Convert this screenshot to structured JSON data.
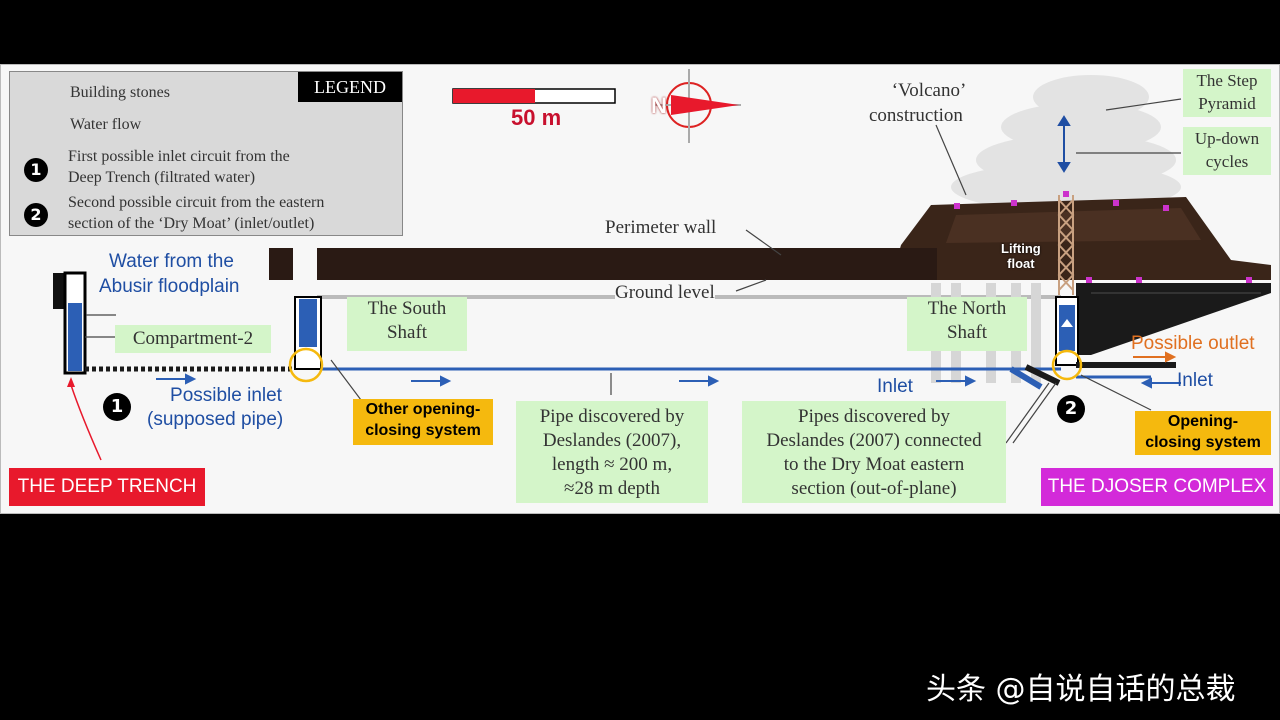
{
  "legend": {
    "title": "LEGEND",
    "building_stones": "Building stones",
    "water_flow": "Water flow",
    "circuit1_num": "1",
    "circuit1_line1": "First possible inlet circuit from the",
    "circuit1_line2": "Deep Trench (filtrated water)",
    "circuit2_num": "2",
    "circuit2_line1": "Second possible circuit from the eastern",
    "circuit2_line2": "section of the ‘Dry Moat’ (inlet/outlet)"
  },
  "scale": {
    "label": "50 m"
  },
  "compass": {
    "label": "N"
  },
  "pyramid": {
    "volcano_line1": "‘Volcano’",
    "volcano_line2": "construction",
    "step_pyramid_line1": "The Step",
    "step_pyramid_line2": "Pyramid",
    "updown_line1": "Up-down",
    "updown_line2": "cycles",
    "lifting_line1": "Lifting",
    "lifting_line2": "float"
  },
  "labels": {
    "perimeter_wall": "Perimeter wall",
    "ground_level": "Ground level",
    "water_from_line1": "Water from the",
    "water_from_line2": "Abusir floodplain",
    "compartment": "Compartment-2",
    "south_shaft_line1": "The South",
    "south_shaft_line2": "Shaft",
    "north_shaft_line1": "The North",
    "north_shaft_line2": "Shaft",
    "possible_outlet": "Possible outlet",
    "inlet_left": "Inlet",
    "inlet_right": "Inlet",
    "circuit1_num": "1",
    "circuit2_num": "2",
    "possible_inlet_line1": "Possible inlet",
    "possible_inlet_line2": "(supposed pipe)",
    "other_opening_line1": "Other opening-",
    "other_opening_line2": "closing system",
    "opening_closing_line1": "Opening-",
    "opening_closing_line2": "closing system",
    "pipe1_line1": "Pipe discovered by",
    "pipe1_line2": "Deslandes (2007),",
    "pipe1_line3": "length ≈ 200 m,",
    "pipe1_line4": "≈28 m depth",
    "pipe2_line1": "Pipes discovered by",
    "pipe2_line2": "Deslandes (2007) connected",
    "pipe2_line3": "to the Dry Moat eastern",
    "pipe2_line4": "section (out-of-plane)",
    "deep_trench": "THE DEEP TRENCH",
    "djoser": "THE DJOSER COMPLEX"
  },
  "watermark": "头条 @自说自话的总裁",
  "colors": {
    "water_blue": "#2c5fb5",
    "wall_brown": "#2a1a14",
    "building_stone": "#cc33cc",
    "label_green": "#d4f5c9",
    "label_yellow": "#f5b90e",
    "trench_red": "#e8192c",
    "djoser_magenta": "#d32ad9"
  }
}
